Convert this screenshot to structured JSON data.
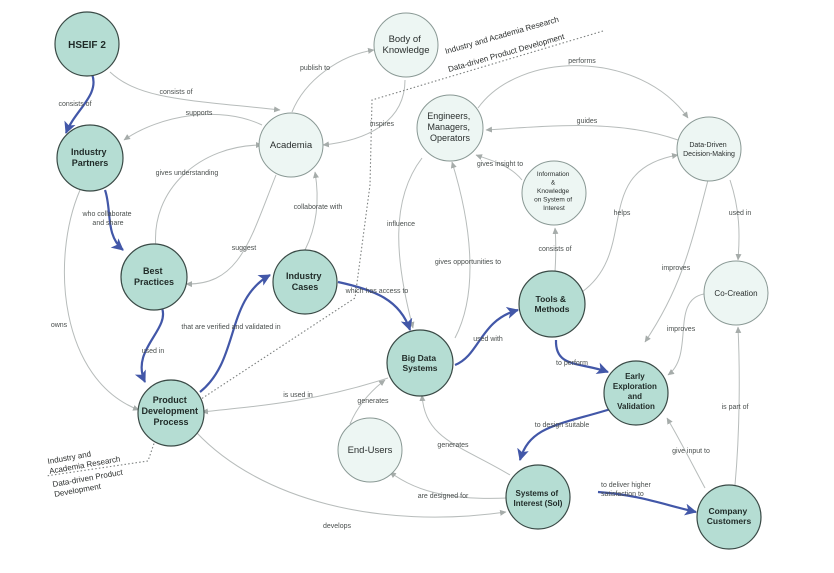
{
  "nodes": {
    "hseif": "HSEIF 2",
    "body_knowledge": [
      "Body of",
      "Knowledge"
    ],
    "industry_partners": [
      "Industry",
      "Partners"
    ],
    "academia": "Academia",
    "engineers": [
      "Engineers,",
      "Managers,",
      "Operators"
    ],
    "data_driven_dm": [
      "Data-Driven",
      "Decision-Making"
    ],
    "information": [
      "Information",
      "&",
      "Knowledge",
      "on System of",
      "Interest"
    ],
    "best_practices": [
      "Best",
      "Practices"
    ],
    "industry_cases": [
      "Industry",
      "Cases"
    ],
    "tools_methods": [
      "Tools &",
      "Methods"
    ],
    "co_creation": "Co-Creation",
    "big_data": [
      "Big Data",
      "Systems"
    ],
    "early_exploration": [
      "Early",
      "Exploration",
      "and",
      "Validation"
    ],
    "product_dev": [
      "Product",
      "Development",
      "Process"
    ],
    "end_users": "End-Users",
    "systems_interest": [
      "Systems of",
      "Interest (SoI)"
    ],
    "company_customers": [
      "Company",
      "Customers"
    ]
  },
  "edge_labels": {
    "consists_of_1": "consists of",
    "consists_of_2": "consists of",
    "publish_to": "publish to",
    "supports": "supports",
    "inspires": "inspires",
    "performs": "performs",
    "guides": "guides",
    "gives_understanding": "gives understanding",
    "who_collaborate": [
      "who collaborate",
      "and share"
    ],
    "collaborate_with": "collaborate with",
    "gives_insight": "gives insight to",
    "influence": "influence",
    "helps": "helps",
    "used_in_1": "used in",
    "suggest": "suggest",
    "consists_of_3": "consists of",
    "gives_opportunities": "gives opportunities to",
    "improves_1": "improves",
    "owns": "owns",
    "which_has_access": "which has access to",
    "verified_validated": "that are verified and validated in",
    "improves_2": "improves",
    "used_in_2": "used in",
    "used_with": "used with",
    "to_perform": "to perform",
    "is_used_in": "is used in",
    "generates_1": "generates",
    "is_part_of": "is part of",
    "to_design": "to design suitable",
    "generates_2": "generates",
    "give_input": "give input to",
    "deliver": [
      "to deliver higher",
      "satisfaction to"
    ],
    "designed_for": "are designed for",
    "develops": "develops"
  },
  "regions": {
    "top_upper": "Industry and Academia Research",
    "top_lower": "Data-driven Product Development",
    "bottom_upper": [
      "Industry and",
      "Academia Research"
    ],
    "bottom_lower": [
      "Data-driven Product",
      "Development"
    ]
  },
  "colors": {
    "strong_node": "#b5ddd3",
    "light_node": "#edf6f3",
    "thick_arrow": "#4257a8",
    "thin_edge": "#b7bcbb"
  }
}
